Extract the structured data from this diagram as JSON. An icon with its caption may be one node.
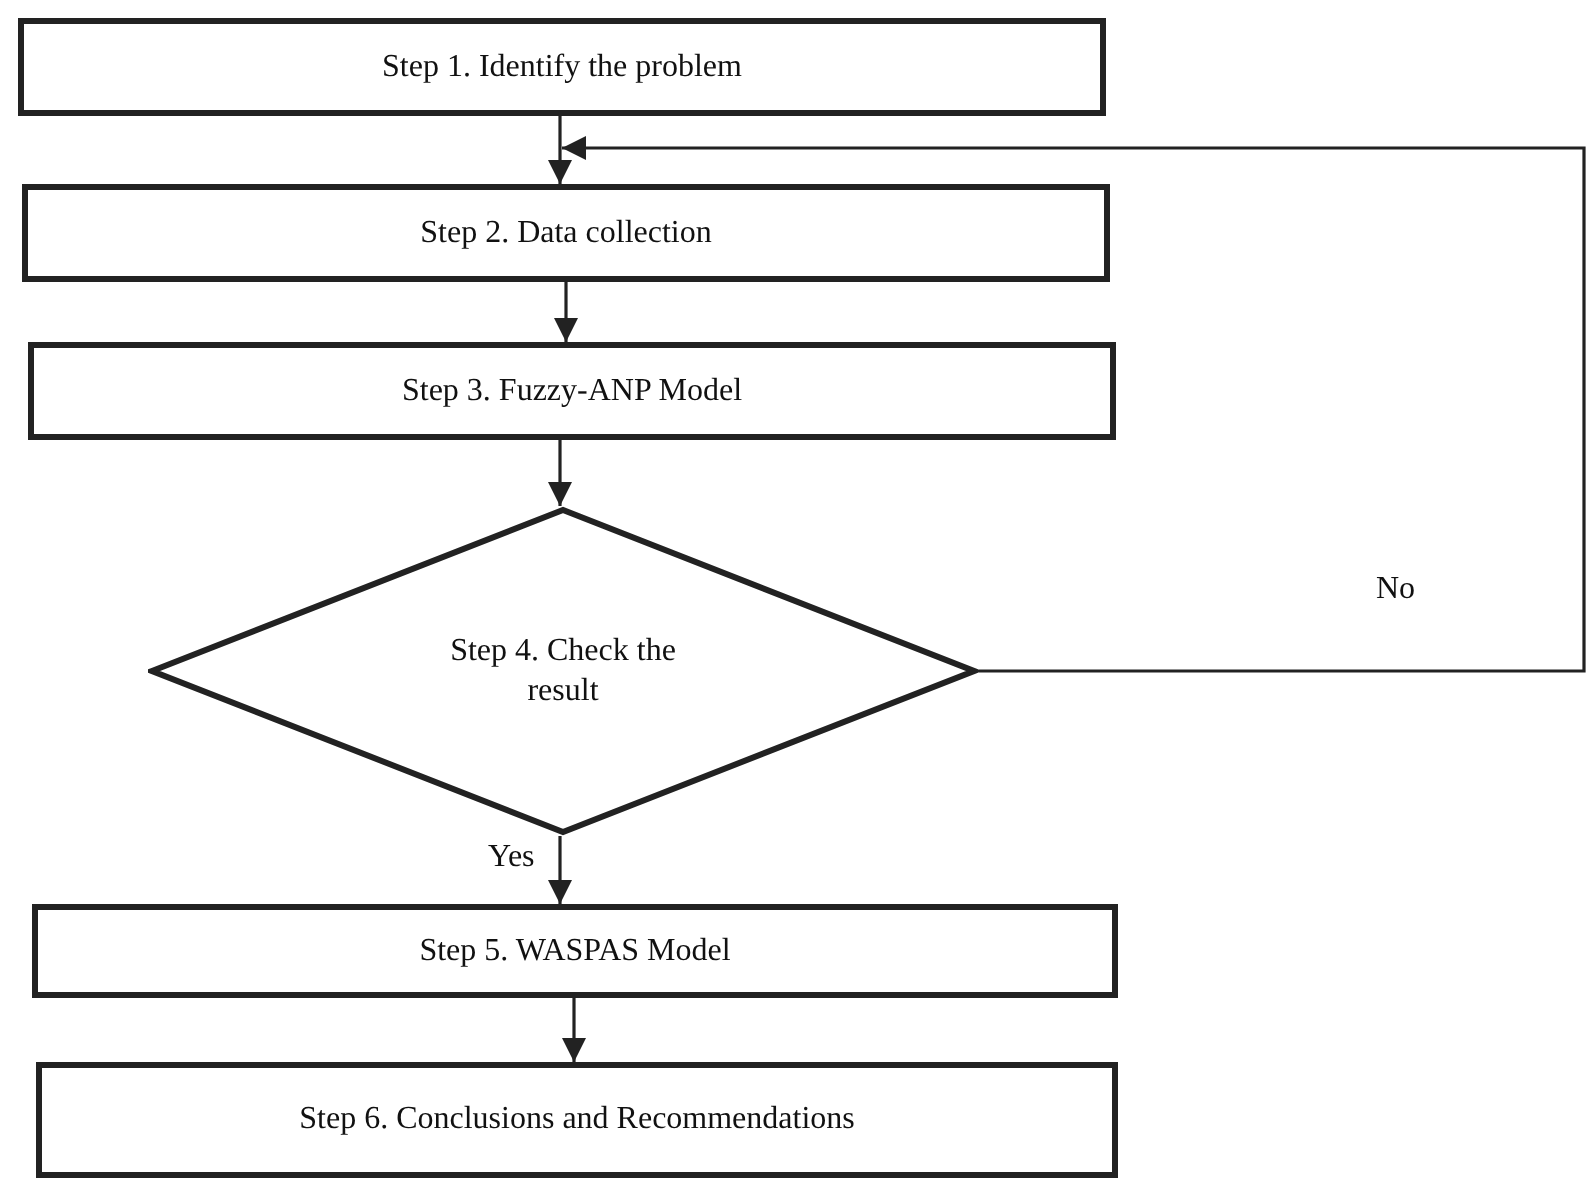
{
  "diagram": {
    "nodes": [
      {
        "text": [
          "Step 1. Identify the problem"
        ]
      },
      {
        "text": [
          "Step 2. Data collection"
        ]
      },
      {
        "text": [
          "Step 3. Fuzzy-ANP Model"
        ]
      },
      {
        "text": [
          "Step 4. Check the result"
        ]
      },
      {
        "text": [
          "Step 5. WASPAS Model"
        ]
      },
      {
        "text": [
          "Step 6. Conclusions and Recommendations"
        ]
      }
    ],
    "edges": [
      {
        "from": 0,
        "to": 1,
        "arrow": "to"
      },
      {
        "from": 1,
        "to": 2,
        "arrow": "to"
      },
      {
        "from": 2,
        "to": 3,
        "arrow": "to"
      },
      {
        "from": 3,
        "to": 4,
        "arrow": "to",
        "label": "Yes"
      },
      {
        "from": 4,
        "to": 5,
        "arrow": "to"
      },
      {
        "from": 3,
        "to": 1,
        "arrow": "to",
        "label": "No"
      }
    ]
  }
}
